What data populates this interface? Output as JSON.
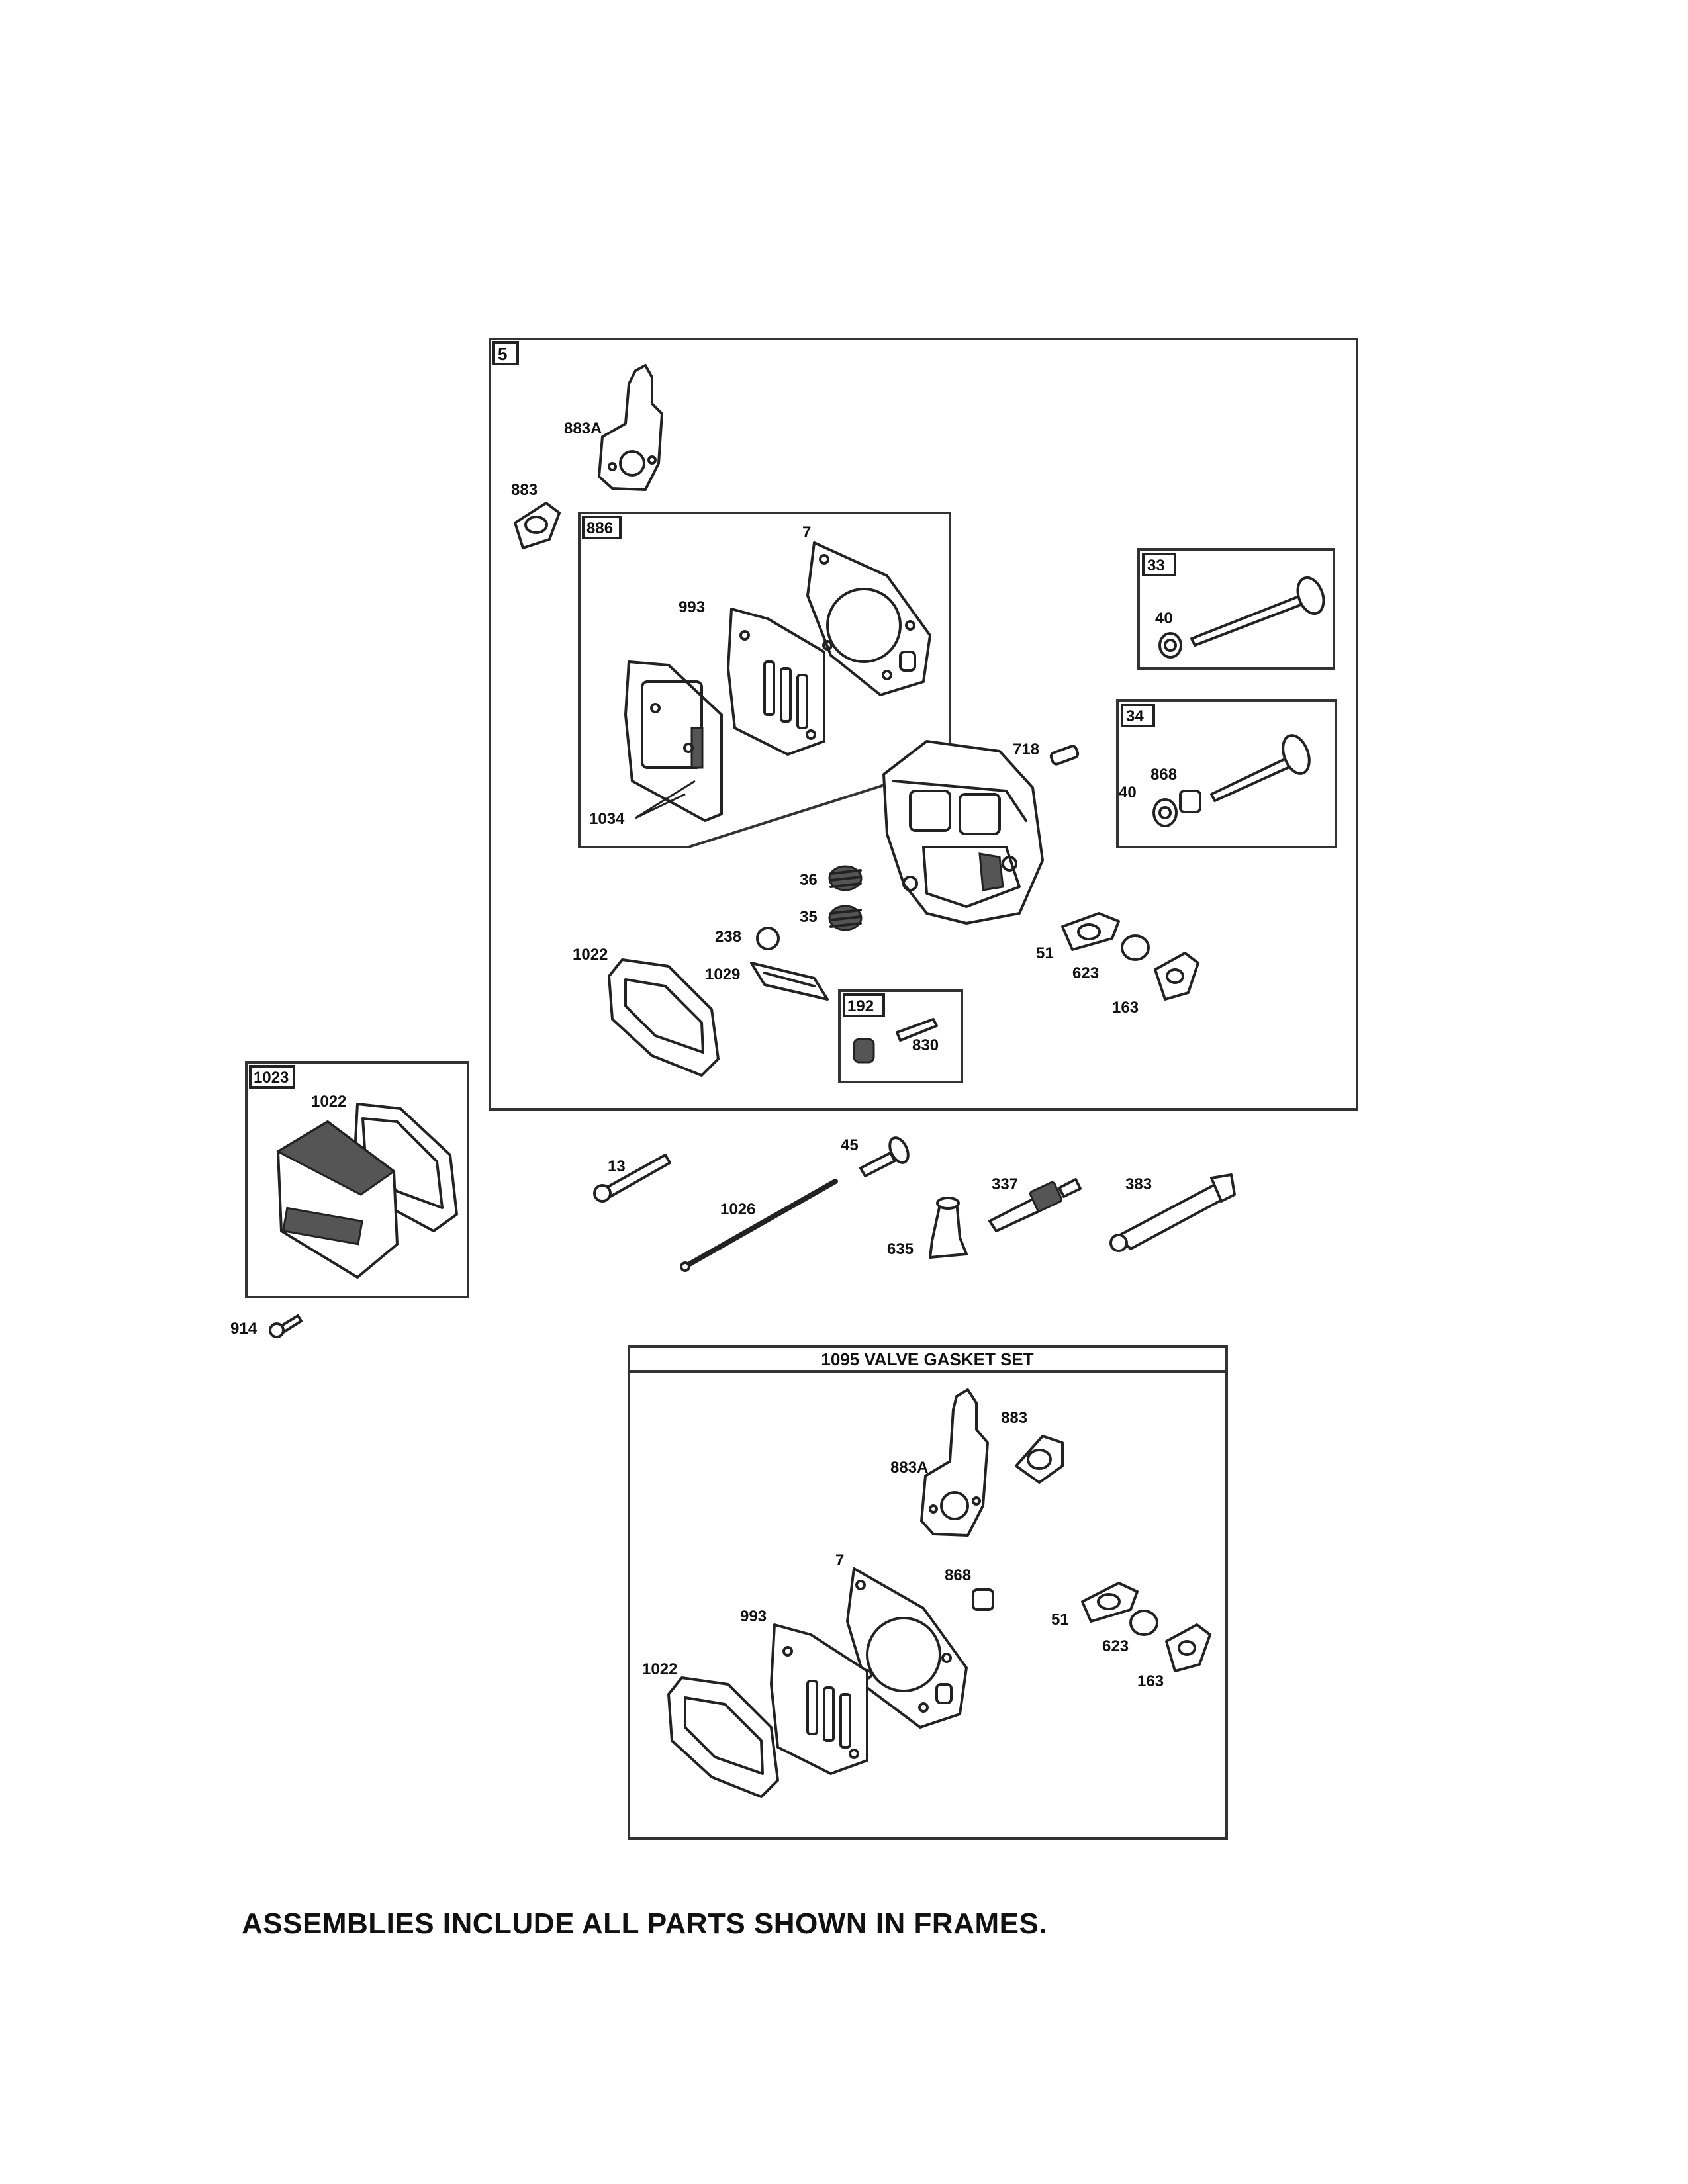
{
  "frames": {
    "main_assembly": "5",
    "gasket_assembly": "886",
    "valve_intake": "33",
    "valve_exhaust": "34",
    "spark_plug_assembly": "192",
    "rocker_cover_assembly": "1023",
    "valve_gasket_set": "1095 VALVE GASKET SET"
  },
  "labels": {
    "p883a_top": "883A",
    "p883_top": "883",
    "p7_top": "7",
    "p993_top": "993",
    "p1034": "1034",
    "p40_a": "40",
    "p40_b": "40",
    "p868_top": "868",
    "p718": "718",
    "p36": "36",
    "p35": "35",
    "p238": "238",
    "p1022_top": "1022",
    "p1029": "1029",
    "p51_top": "51",
    "p623_top": "623",
    "p163_top": "163",
    "p830": "830",
    "p1022_cover": "1022",
    "p914": "914",
    "p13": "13",
    "p45": "45",
    "p1026": "1026",
    "p635": "635",
    "p337": "337",
    "p383": "383",
    "p883_set": "883",
    "p883a_set": "883A",
    "p7_set": "7",
    "p868_set": "868",
    "p993_set": "993",
    "p51_set": "51",
    "p623_set": "623",
    "p163_set": "163",
    "p1022_set": "1022"
  },
  "footer": "ASSEMBLIES INCLUDE ALL PARTS SHOWN IN FRAMES."
}
